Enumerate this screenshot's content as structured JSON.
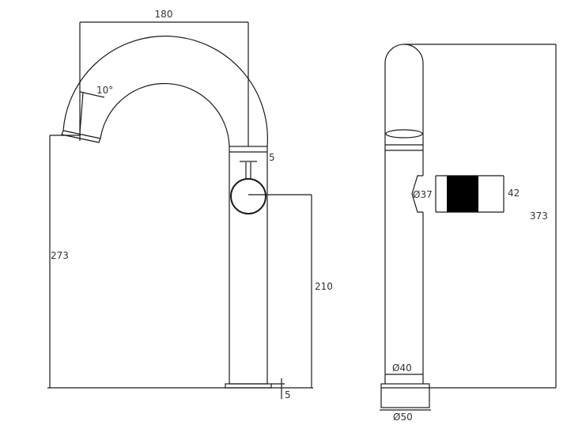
{
  "front_view": {
    "dimensions": {
      "spout_reach": "180",
      "spout_angle": "10°",
      "spout_height": "273",
      "lever_height": "210",
      "top_gap": "5",
      "base_thickness": "5"
    }
  },
  "side_view": {
    "dimensions": {
      "total_height": "373",
      "handle_length": "42",
      "handle_diameter": "Ø37",
      "body_diameter": "Ø40",
      "base_diameter": "Ø50"
    }
  },
  "colors": {
    "line": "#1a1a1a",
    "text": "#333333",
    "handle_fill": "#000000"
  }
}
